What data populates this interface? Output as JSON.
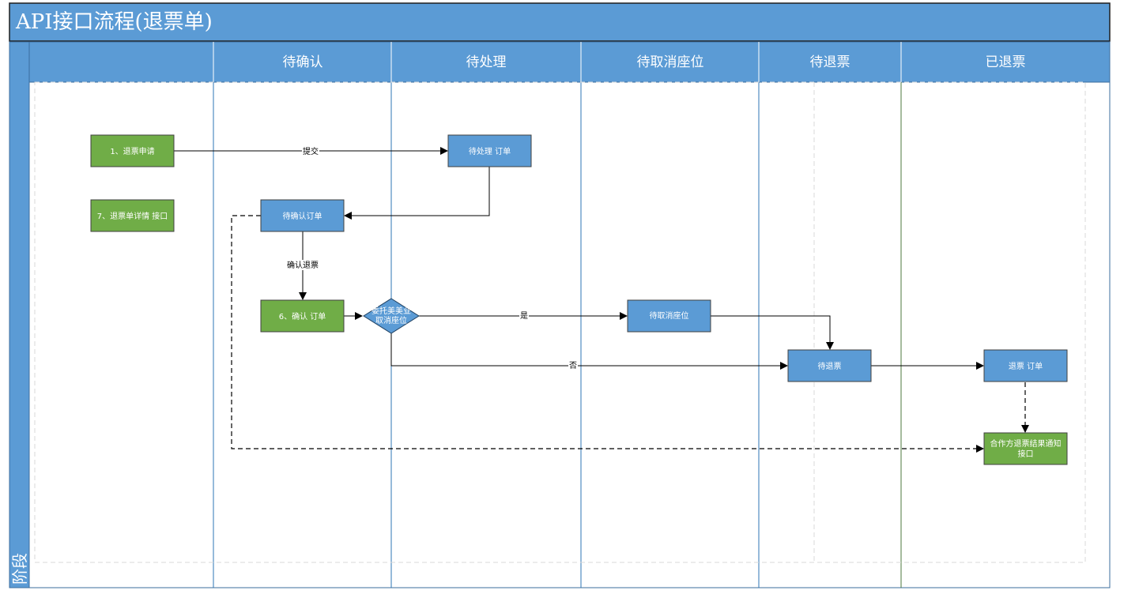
{
  "title": "API接口流程(退票单)",
  "phase_label": "阶段",
  "lanes": [
    "待确认",
    "待处理",
    "待取消座位",
    "待退票",
    "已退票"
  ],
  "nodes": {
    "apply": "1、退票申请",
    "detail": "7、退票单详情 接口",
    "pending_process": "待处理 订单",
    "pending_confirm": "待确认订单",
    "confirm": "6、确认 订单",
    "decision_line1": "委托美美业",
    "decision_line2": "取消座位",
    "pending_cancel": "待取消座位",
    "pending_refund": "待退票",
    "refunded": "退票 订单",
    "notify_line1": "合作方退票结果通知",
    "notify_line2": "接口"
  },
  "edge_labels": {
    "submit": "提交",
    "confirm_refund": "确认退票",
    "yes": "是",
    "no": "否"
  },
  "colors": {
    "header_blue": "#5b9bd5",
    "green": "#70ad47",
    "node_blue": "#5b9bd5",
    "border_dark": "#1f1f1f"
  }
}
